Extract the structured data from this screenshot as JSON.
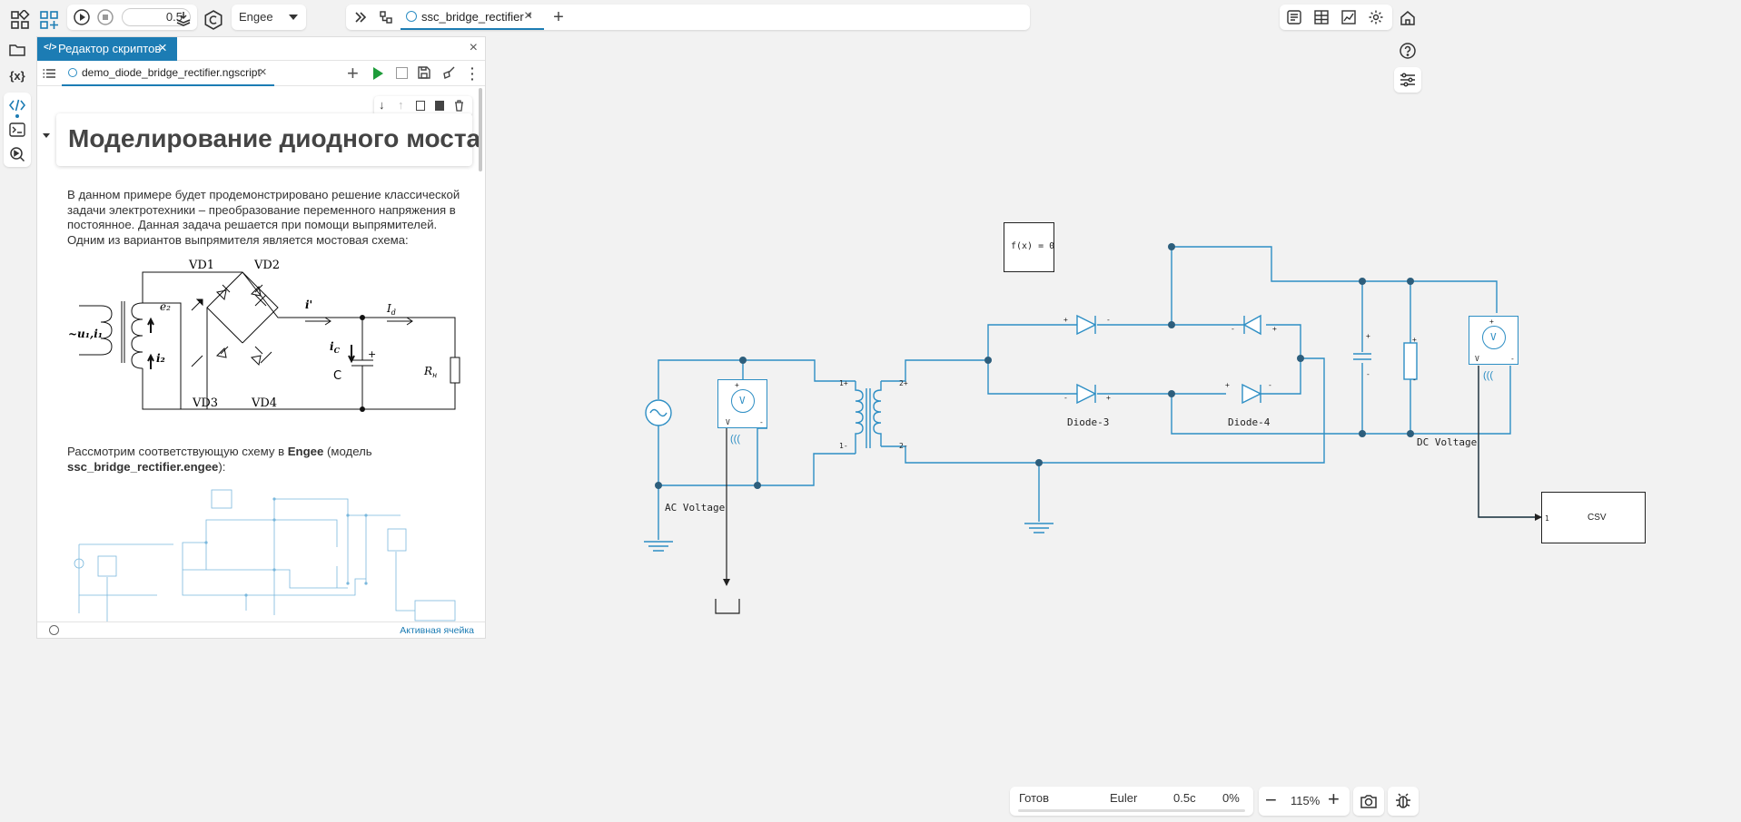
{
  "toolbar": {
    "sim_time": "0.5",
    "solver_name": "Engee",
    "model_tab": "ssc_bridge_rectifier *"
  },
  "script_editor": {
    "panel_title": "Редактор скриптов",
    "file_tab": "demo_diode_bridge_rectifier.ngscript",
    "heading": "Моделирование диодного моста",
    "paragraph1": "В данном примере будет продемонстрировано решение классической задачи электротехники – преобразование переменного напряжения в постоянное. Данная задача решается при помощи выпрямителей. Одним из вариантов выпрямителя является мостовая схема:",
    "paragraph2_pre": "Рассмотрим соответствующую схему в ",
    "paragraph2_engee": "Engee",
    "paragraph2_mid": " (модель ",
    "paragraph2_model": "ssc_bridge_rectifier.engee",
    "paragraph2_post": "):",
    "status_link": "Активная ячейка",
    "figure": {
      "vd1": "VD1",
      "vd2": "VD2",
      "vd3": "VD3",
      "vd4": "VD4",
      "u1i1": "~u₁,i₁",
      "e2": "e₂",
      "i2": "i₂",
      "iprime": "i'",
      "id": "I",
      "id_sub": "d",
      "ic": "i",
      "ic_sub": "C",
      "c": "C",
      "plus": "+",
      "rn": "R",
      "rn_sub": "н"
    }
  },
  "canvas": {
    "fx_block": "f(x) = 0",
    "ac_voltage": "AC Voltage",
    "dc_voltage": "DC Voltage",
    "diode3": "Diode-3",
    "diode4": "Diode-4",
    "csv": "CSV",
    "csv_port": "1",
    "meter_v": "V",
    "t_1p": "1+",
    "t_1m": "1-",
    "t_2p": "2+",
    "t_2m": "2-",
    "plus": "+",
    "minus": "-"
  },
  "statusbar": {
    "status": "Готов",
    "solver": "Euler",
    "time": "0.5с",
    "percent": "0%",
    "progress": 0
  },
  "zoom": {
    "level": "115%"
  },
  "colors": {
    "accent": "#1c7cb4",
    "wire": "#2d8ec4",
    "run_green": "#1e9c3a"
  }
}
